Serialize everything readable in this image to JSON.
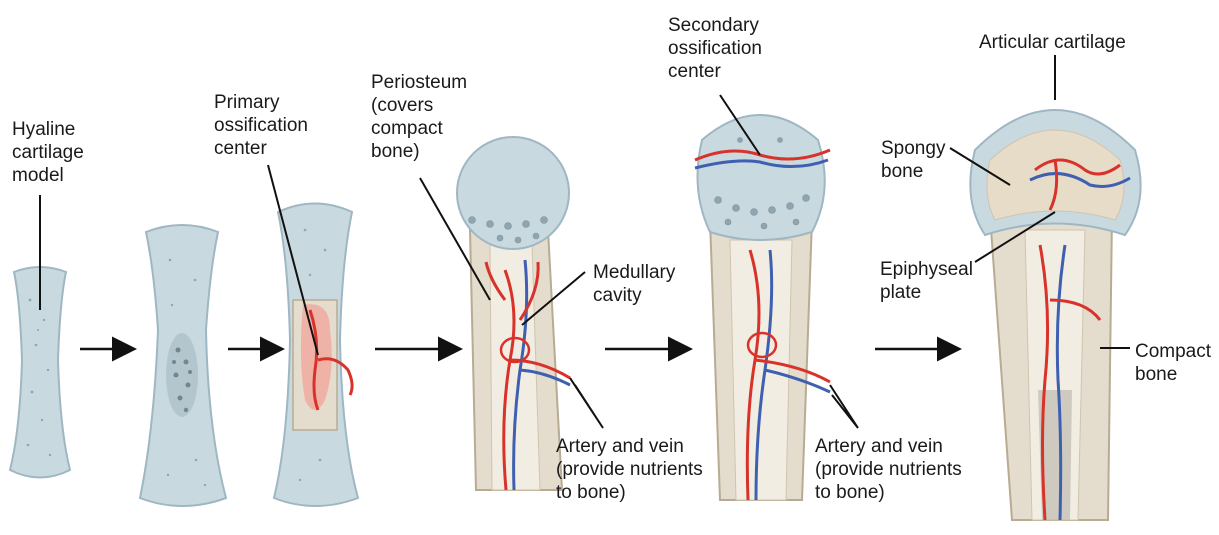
{
  "labels": {
    "hyaline": "Hyaline\ncartilage\nmodel",
    "primary": "Primary\nossification\ncenter",
    "periosteum": "Periosteum\n(covers\ncompact\nbone)",
    "medullary": "Medullary\ncavity",
    "artery1": "Artery and vein\n(provide nutrients\nto bone)",
    "secondary": "Secondary\nossification\ncenter",
    "artery2": "Artery and vein\n(provide nutrients\nto bone)",
    "articular": "Articular cartilage",
    "spongy": "Spongy\nbone",
    "epiphyseal": "Epiphyseal\nplate",
    "compact": "Compact\nbone"
  },
  "colors": {
    "cartilage": "#c9d9e0",
    "cartilage_edge": "#9fb7c2",
    "bone": "#e4dccd",
    "bone_edge": "#b9ab93",
    "artery": "#d8322a",
    "vein": "#3f5fb0",
    "arrow": "#111111"
  }
}
